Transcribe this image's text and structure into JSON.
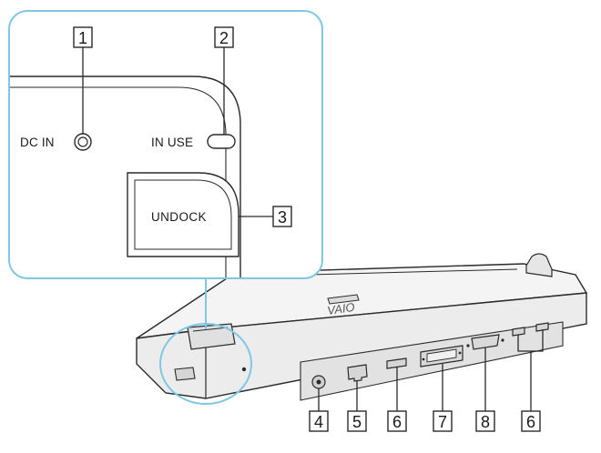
{
  "labels": {
    "dc_in": "DC IN",
    "in_use": "IN USE",
    "undock": "UNDOCK",
    "brand_logo": "VAIO"
  },
  "callouts": {
    "c1": "1",
    "c2": "2",
    "c3": "3",
    "c4": "4",
    "c5": "5",
    "c6a": "6",
    "c7": "7",
    "c8": "8",
    "c6b": "6"
  },
  "colors": {
    "zoom_outline": "#7ec8e3",
    "line": "#2a2a2a",
    "device_top": "#f4f4f4",
    "device_front": "#e9e9e9",
    "device_shadow": "#d9d9d9"
  }
}
